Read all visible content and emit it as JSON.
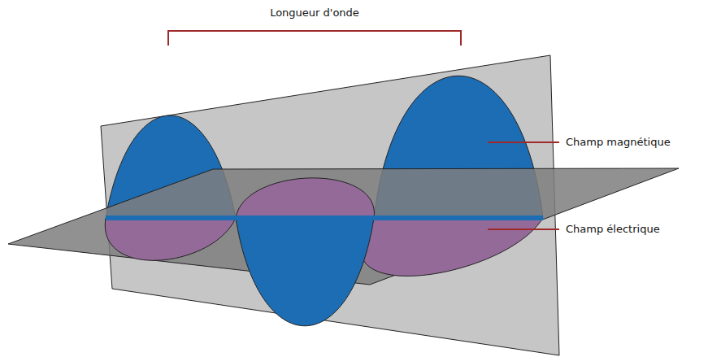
{
  "diagram": {
    "labels": [
      "Longueur d'onde",
      "Champ magnétique",
      "Champ électrique"
    ]
  }
}
